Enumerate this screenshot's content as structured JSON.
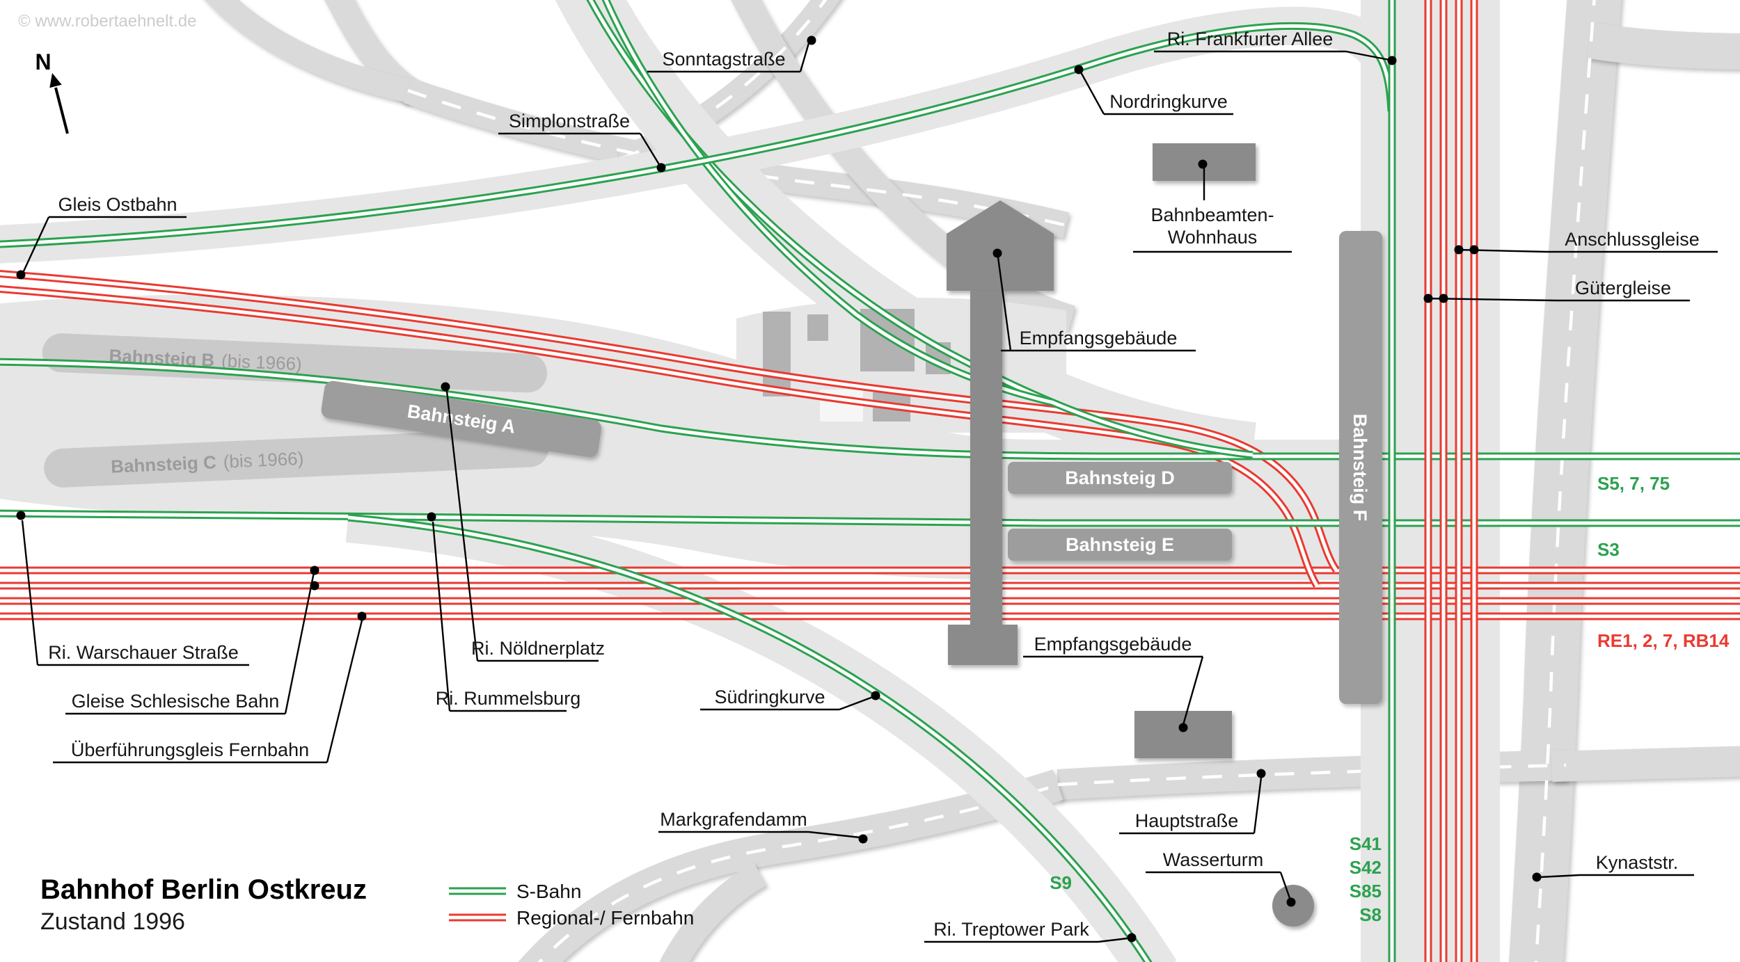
{
  "title": {
    "line1": "Bahnhof Berlin Ostkreuz",
    "line2": "Zustand 1996"
  },
  "legend": {
    "s_bahn": "S-Bahn",
    "fernbahn": "Regional-/ Fernbahn"
  },
  "watermark": "© www.robertaehnelt.de",
  "compass": "N",
  "colors": {
    "s_bahn": "#2ba24f",
    "fernbahn": "#ea3a31",
    "road": "#dadada",
    "yard": "#e6e6e6",
    "platform_dark": "#9d9d9d",
    "platform_old": "#cacaca",
    "building": "#8b8b8b"
  },
  "platforms": {
    "a": "Bahnsteig A",
    "b": {
      "name": "Bahnsteig B",
      "note": "(bis 1966)"
    },
    "c": {
      "name": "Bahnsteig C",
      "note": "(bis 1966)"
    },
    "d": "Bahnsteig D",
    "e": "Bahnsteig E",
    "f": "Bahnsteig F"
  },
  "routes": {
    "stadtbahn_north": "S5, 7, 75",
    "stadtbahn_south": "S3",
    "fernbahn": "RE1, 2, 7, RB14",
    "ring": [
      "S41",
      "S42",
      "S85",
      "S8"
    ],
    "s9": "S9"
  },
  "labels": {
    "sonntagstrasse": "Sonntagstraße",
    "simplonstrasse": "Simplonstraße",
    "frankfurter_allee": "Ri. Frankfurter Allee",
    "nordringkurve": "Nordringkurve",
    "bahnbeamten_wohnhaus": {
      "line1": "Bahnbeamten-",
      "line2": "Wohnhaus"
    },
    "gleis_ostbahn": "Gleis Ostbahn",
    "anschlussgleise": "Anschlussgleise",
    "guetergleise": "Gütergleise",
    "empfangsgebaeude_nord": "Empfangsgebäude",
    "empfangsgebaeude_sued": "Empfangsgebäude",
    "warschauer_strasse": "Ri. Warschauer Straße",
    "schlesische_bahn": "Gleise Schlesische Bahn",
    "ueberfuehrungsgleis": "Überführungsgleis Fernbahn",
    "noeldnerplatz": "Ri. Nöldnerplatz",
    "rummelsburg": "Ri. Rummelsburg",
    "suedringkurve": "Südringkurve",
    "markgrafendamm": "Markgrafendamm",
    "hauptstrasse": "Hauptstraße",
    "wasserturm": "Wasserturm",
    "treptower_park": "Ri. Treptower Park",
    "kynaststrasse": "Kynaststr."
  }
}
